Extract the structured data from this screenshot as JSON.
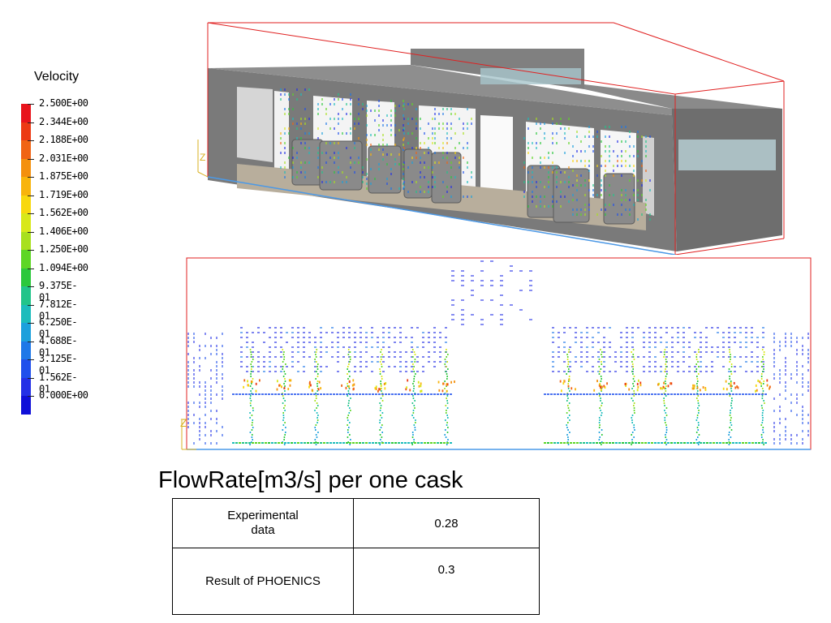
{
  "legend": {
    "title": "Velocity",
    "levels": [
      {
        "label": "2.500E+00",
        "color": "#e8141c"
      },
      {
        "label": "2.344E+00",
        "color": "#ec3a14"
      },
      {
        "label": "2.188E+00",
        "color": "#f06414"
      },
      {
        "label": "2.031E+00",
        "color": "#f4900e"
      },
      {
        "label": "1.875E+00",
        "color": "#f8b40c"
      },
      {
        "label": "1.719E+00",
        "color": "#f8d80e"
      },
      {
        "label": "1.562E+00",
        "color": "#d8e81a"
      },
      {
        "label": "1.406E+00",
        "color": "#a8e01e"
      },
      {
        "label": "1.250E+00",
        "color": "#5ed626"
      },
      {
        "label": "1.094E+00",
        "color": "#2cc83c"
      },
      {
        "label": "9.375E-01",
        "color": "#22c48a"
      },
      {
        "label": "7.812E-01",
        "color": "#1cbcbc"
      },
      {
        "label": "6.250E-01",
        "color": "#1ca0dc"
      },
      {
        "label": "4.688E-01",
        "color": "#1e78e8"
      },
      {
        "label": "3.125E-01",
        "color": "#2050ec"
      },
      {
        "label": "1.562E-01",
        "color": "#2430e6"
      },
      {
        "label": "0.000E+00",
        "color": "#1010d8"
      }
    ]
  },
  "axis_letter": "Z",
  "caption": "FlowRate[m3/s] per one cask",
  "table": {
    "rows": [
      {
        "label": "Experimental data",
        "value": "0.28"
      },
      {
        "label": "Result of PHOENICS",
        "value": "0.3"
      }
    ]
  },
  "colors": {
    "domain_outline": "#e02020",
    "axis": "#d8b020",
    "building": "#7c7c7c"
  }
}
